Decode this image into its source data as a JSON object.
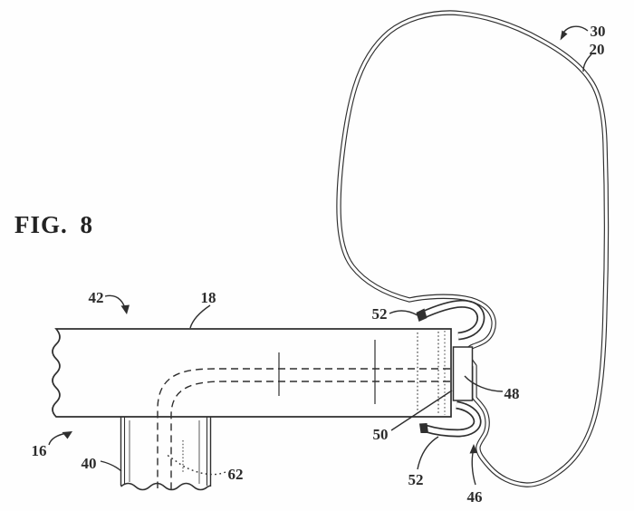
{
  "figure": {
    "title": "FIG. 8"
  },
  "labels": {
    "l30": "30",
    "l20": "20",
    "l42": "42",
    "l18": "18",
    "l52a": "52",
    "l48": "48",
    "l50": "50",
    "l52b": "52",
    "l46": "46",
    "l16": "16",
    "l40": "40",
    "l62": "62"
  },
  "colors": {
    "ink": "#2f2f2f",
    "paper": "#fefefe"
  }
}
